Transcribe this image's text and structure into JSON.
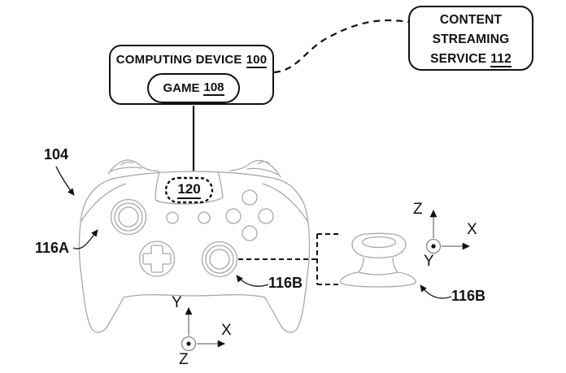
{
  "figure": {
    "boxes": {
      "computing_device": {
        "label": "COMPUTING DEVICE",
        "ref": "100"
      },
      "game": {
        "label": "GAME",
        "ref": "108"
      },
      "streaming": {
        "line1": "CONTENT",
        "line2": "STREAMING",
        "line3_label": "SERVICE",
        "ref": "112"
      }
    },
    "refs": {
      "controller": "104",
      "left_stick": "116A",
      "right_stick": "116B",
      "thumbstick": "116B",
      "center_button": "120"
    },
    "axes": {
      "controller": {
        "up": "Y",
        "right": "X",
        "out_of_plane": "Z"
      },
      "thumbstick": {
        "up": "Z",
        "right": "X",
        "out_of_plane": "Y"
      }
    },
    "colors": {
      "ink": "#111111",
      "artwork": "#a8a8a8",
      "axis_line": "#8a8a8a",
      "background": "#ffffff"
    }
  }
}
